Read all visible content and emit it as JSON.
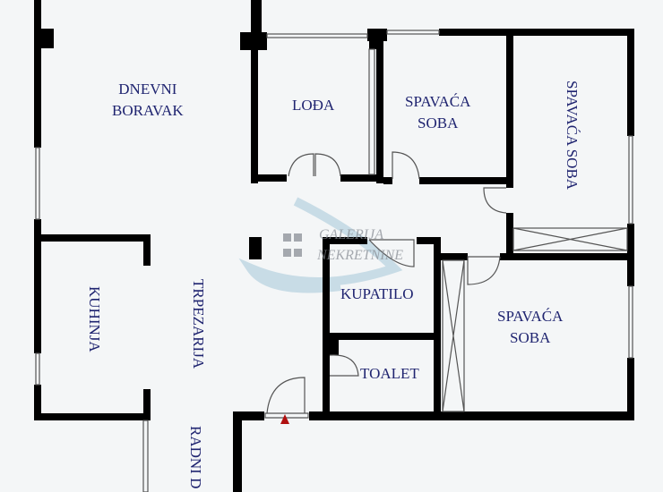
{
  "rooms": {
    "dnevni_boravak": [
      "DNEVNI",
      "BORAVAK"
    ],
    "loda": "LOĐA",
    "spavaca_soba_1": [
      "SPAVAĆA",
      "SOBA"
    ],
    "spavaca_soba_2": "SPAVAĆA SOBA",
    "kupatilo": "KUPATILO",
    "spavaca_soba_3": [
      "SPAVAĆA",
      "SOBA"
    ],
    "toalet": "TOALET",
    "kuhinja": "KUHINJA",
    "trpezarija": "TRPEZARIJA",
    "radni": "RADNI D"
  },
  "watermark": [
    "GALERIJA",
    "NEKRETNINE"
  ],
  "colors": {
    "wall": "#000000",
    "text": "#1f2470",
    "entrance": "#b01010",
    "watermark": "#6fa3c0"
  }
}
